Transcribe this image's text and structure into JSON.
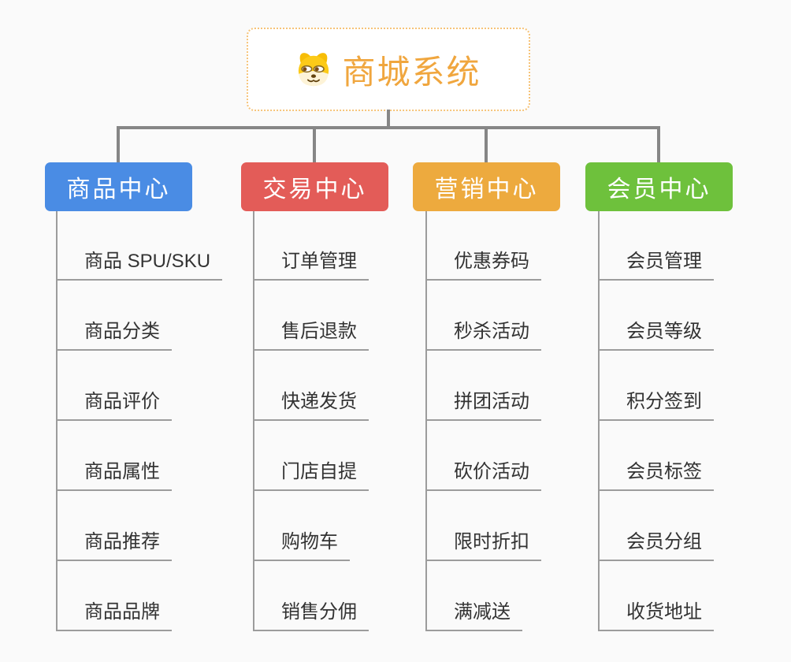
{
  "style": {
    "background": "#fafafa",
    "connector_color": "#868686",
    "underline_color": "#9c9c9c",
    "item_text_color": "#333333"
  },
  "root": {
    "title": "商城系统",
    "icon": "doge-face-icon",
    "title_color": "#f0a63e",
    "border_color": "#f6c378",
    "background": "#ffffff"
  },
  "branches": [
    {
      "label": "商品中心",
      "color": "#4a8ce4",
      "children": [
        "商品 SPU/SKU",
        "商品分类",
        "商品评价",
        "商品属性",
        "商品推荐",
        "商品品牌"
      ]
    },
    {
      "label": "交易中心",
      "color": "#e35c58",
      "children": [
        "订单管理",
        "售后退款",
        "快递发货",
        "门店自提",
        "购物车",
        "销售分佣"
      ]
    },
    {
      "label": "营销中心",
      "color": "#edaa3e",
      "children": [
        "优惠券码",
        "秒杀活动",
        "拼团活动",
        "砍价活动",
        "限时折扣",
        "满减送"
      ]
    },
    {
      "label": "会员中心",
      "color": "#6ec13c",
      "children": [
        "会员管理",
        "会员等级",
        "积分签到",
        "会员标签",
        "会员分组",
        "收货地址"
      ]
    }
  ]
}
